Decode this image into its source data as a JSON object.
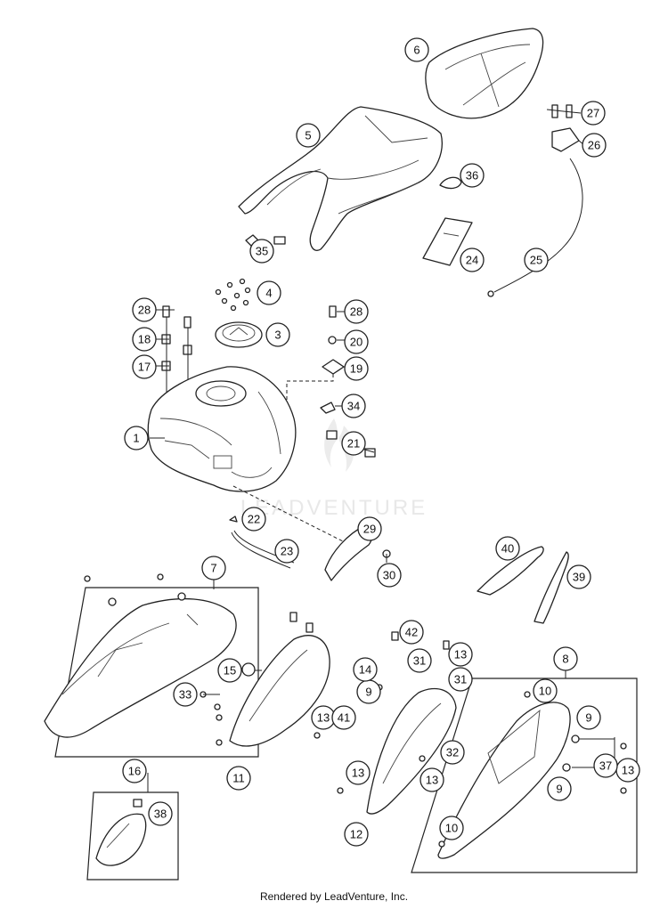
{
  "footer": {
    "credit": "Rendered by LeadVenture, Inc."
  },
  "watermark": {
    "text": "LEADVENTURE"
  },
  "callouts": {
    "c1": "1",
    "c3": "3",
    "c4": "4",
    "c5": "5",
    "c6": "6",
    "c7": "7",
    "c8": "8",
    "c9a": "9",
    "c9b": "9",
    "c9c": "9",
    "c10a": "10",
    "c10b": "10",
    "c11": "11",
    "c12": "12",
    "c13a": "13",
    "c13b": "13",
    "c13c": "13",
    "c13d": "13",
    "c13e": "13",
    "c14": "14",
    "c15": "15",
    "c16": "16",
    "c17": "17",
    "c18": "18",
    "c19": "19",
    "c20": "20",
    "c21": "21",
    "c22": "22",
    "c23": "23",
    "c24": "24",
    "c25": "25",
    "c26": "26",
    "c27": "27",
    "c28a": "28",
    "c28b": "28",
    "c29": "29",
    "c30": "30",
    "c31a": "31",
    "c31b": "31",
    "c32": "32",
    "c33": "33",
    "c34": "34",
    "c35": "35",
    "c36": "36",
    "c37": "37",
    "c38": "38",
    "c39": "39",
    "c40": "40",
    "c41": "41",
    "c42": "42"
  }
}
